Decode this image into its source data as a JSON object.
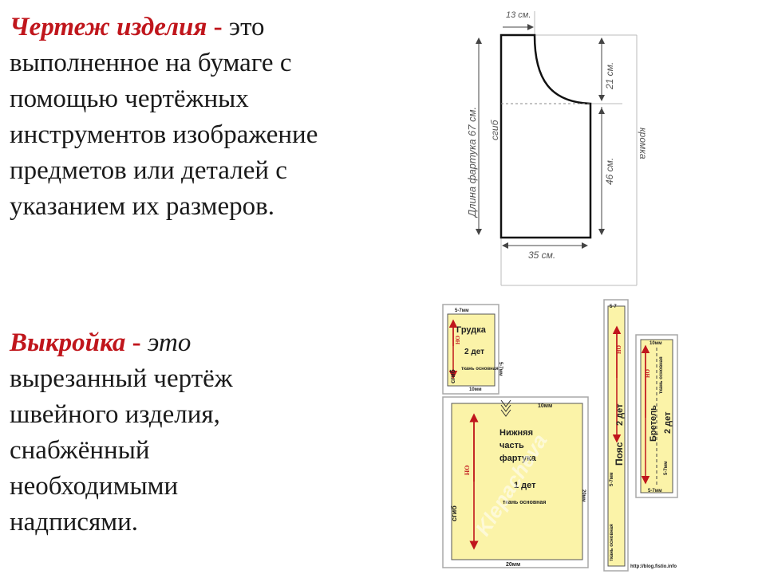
{
  "definition_drawing": {
    "term": "Чертеж изделия",
    "dash": "-",
    "line1_rest": " это",
    "lines": [
      "выполненное на бумаге с",
      "помощью чертёжных",
      "инструментов изображение",
      "предметов или деталей с",
      "указанием их размеров."
    ]
  },
  "definition_pattern": {
    "term": "Выкройка",
    "dash": "-",
    "line1_rest": " это",
    "lines": [
      "вырезанный чертёж",
      "швейного изделия,",
      "снабжённый",
      "необходимыми",
      "надписями."
    ]
  },
  "drawing": {
    "dim_top": "13 см.",
    "dim_upper": "21 см.",
    "dim_lower": "46 см.",
    "dim_bottom": "35 см.",
    "length_label": "Длина фартука 67 см.",
    "fold_label": "сгиб",
    "edge_label": "кромка"
  },
  "patterns": {
    "bib": {
      "allowance_top": "5-7мм",
      "title": "Грудка",
      "count": "2 дет",
      "fabric": "ткань основная",
      "fold": "сгиб",
      "allowance_bottom": "10мм",
      "allowance_side": "5-7мм",
      "grain": "НО"
    },
    "apron": {
      "allowance_top": "10мм",
      "title_lines": [
        "Нижняя",
        "часть",
        "фартука"
      ],
      "count": "1 дет",
      "fabric": "ткань основная",
      "fold": "сгиб",
      "allowance_bottom": "20мм",
      "allowance_side": "20мм",
      "grain": "НО"
    },
    "belt": {
      "allowance_top": "5-7",
      "title": "Пояс",
      "count": "2 дет",
      "fabric": "ткань основная",
      "allowance_side": "5-7мм",
      "grain": "НО"
    },
    "strap": {
      "allowance_top": "10мм",
      "title": "Бретель",
      "count": "2 дет",
      "fabric": "ткань основная",
      "allowance_side": "5-7мм",
      "allowance_bottom": "5-7мм",
      "grain": "НО"
    },
    "watermark": "Klepacheva",
    "source": "http://blog.fistio.info"
  },
  "colors": {
    "accent": "#c0161c",
    "paper": "#fbf3a8",
    "paper_border": "#a8a8a8"
  }
}
